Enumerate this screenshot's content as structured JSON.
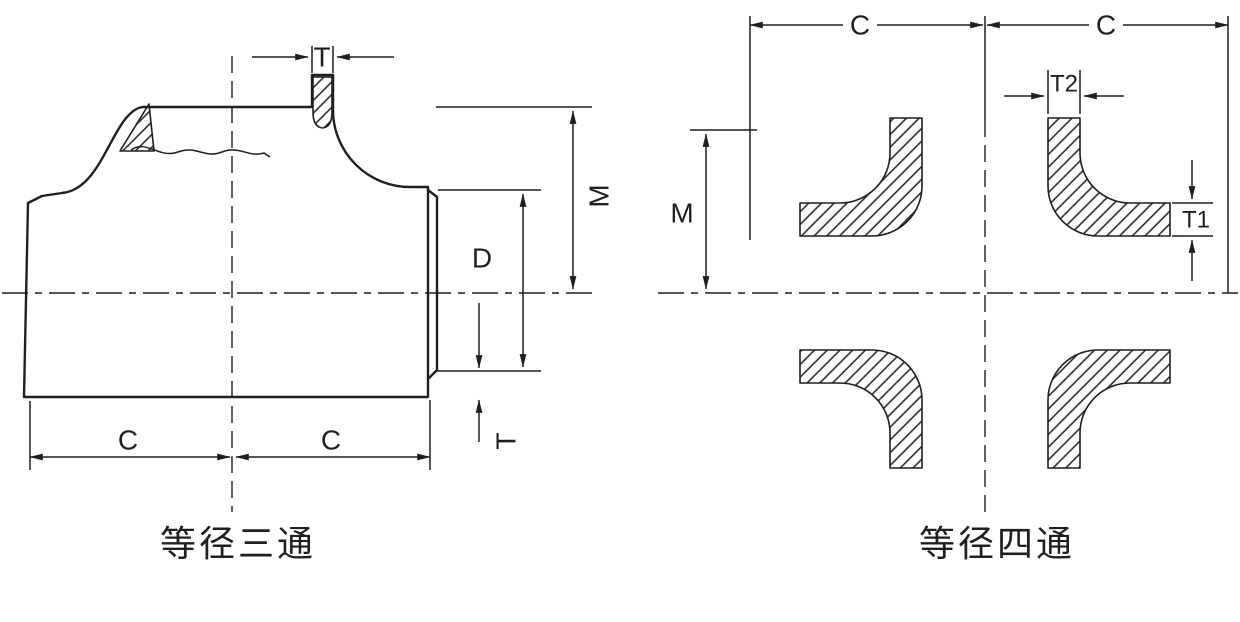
{
  "page": {
    "background": "#ffffff",
    "line_color": "#1f1f1f"
  },
  "figures": [
    {
      "caption": "等径三通",
      "dims": {
        "t_top": "T",
        "m": "M",
        "d": "D",
        "c_left": "C",
        "c_right": "C",
        "t_bottom": "T"
      }
    },
    {
      "caption": "等径四通",
      "dims": {
        "c_left": "C",
        "c_right": "C",
        "t2": "T2",
        "t1": "T1",
        "m": "M"
      }
    }
  ]
}
